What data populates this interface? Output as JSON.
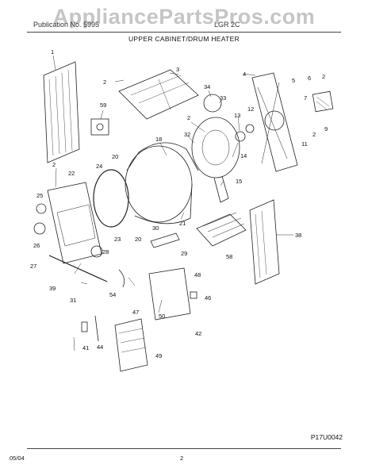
{
  "watermark": "AppliancePartsPros.com",
  "header": {
    "brand": "Publication No. 5995",
    "model": "LGR 2C",
    "section_title": "UPPER CABINET/DRUM HEATER"
  },
  "callouts": [
    "1",
    "2",
    "3",
    "34",
    "33",
    "4",
    "5",
    "6",
    "2",
    "59",
    "2",
    "32",
    "12",
    "13",
    "7",
    "9",
    "18",
    "14",
    "11",
    "2",
    "2",
    "22",
    "24",
    "20",
    "15",
    "25",
    "21",
    "38",
    "30",
    "26",
    "23",
    "20",
    "29",
    "58",
    "27",
    "28",
    "39",
    "54",
    "48",
    "31",
    "50",
    "46",
    "47",
    "42",
    "41",
    "44",
    "49"
  ],
  "part_code": "P17U0042",
  "footer": {
    "date": "05/04",
    "page": "2"
  }
}
